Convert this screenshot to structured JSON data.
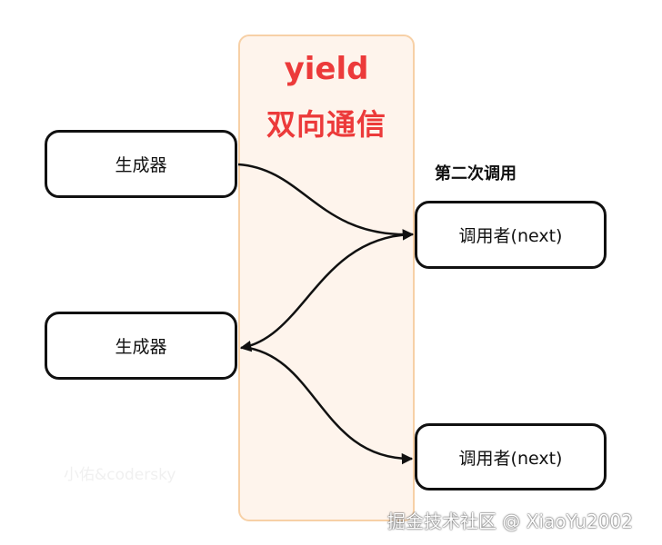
{
  "title": {
    "line1": "yield",
    "line2": "双向通信"
  },
  "nodes": {
    "generator_top": "生成器",
    "generator_bottom": "生成器",
    "caller_top": "调用者(next)",
    "caller_bottom": "调用者(next)"
  },
  "labels": {
    "second_call": "第二次调用"
  },
  "watermarks": {
    "faint": "小佑&codersky",
    "site": "掘金技术社区 @ XiaoYu2002"
  },
  "colors": {
    "title": "#ec3a3a",
    "band_fill": "#fef4ec",
    "band_border": "#f7d0a6",
    "stroke": "#111111"
  }
}
